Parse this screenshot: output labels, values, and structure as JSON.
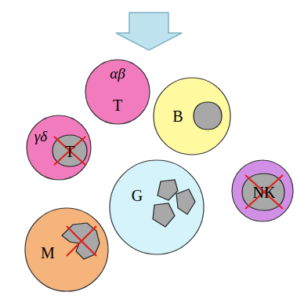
{
  "diagram": {
    "nodes": [
      {
        "text": [
          "αβ",
          "T"
        ]
      },
      {
        "text": [
          "B"
        ]
      },
      {
        "text": [
          "γδ",
          "T"
        ]
      },
      {
        "text": [
          "NK"
        ]
      },
      {
        "text": [
          "G"
        ]
      },
      {
        "text": [
          "M"
        ]
      }
    ]
  }
}
